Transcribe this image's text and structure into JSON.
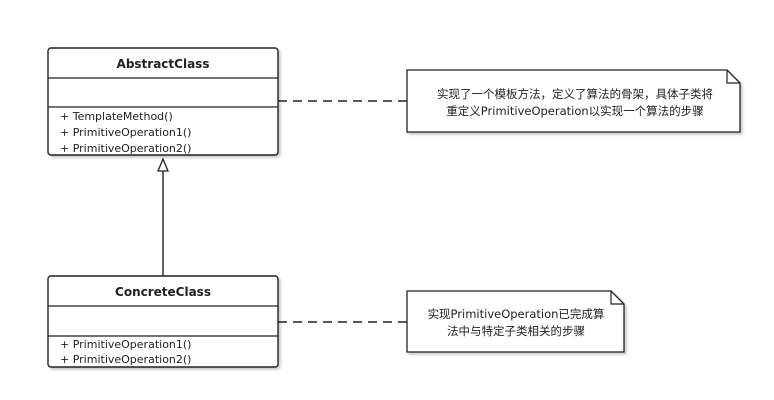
{
  "classes": {
    "abstract": {
      "name": "AbstractClass",
      "attributes": [],
      "methods": [
        "+ TemplateMethod()",
        "+ PrimitiveOperation1()",
        "+ PrimitiveOperation2()"
      ]
    },
    "concrete": {
      "name": "ConcreteClass",
      "attributes": [],
      "methods": [
        "+ PrimitiveOperation1()",
        "+ PrimitiveOperation2()"
      ]
    }
  },
  "notes": {
    "abstract_note": {
      "lines": [
        "实现了一个模板方法，定义了算法的骨架，具体子类将",
        "重定义PrimitiveOperation以实现一个算法的步骤"
      ]
    },
    "concrete_note": {
      "lines": [
        "实现PrimitiveOperation已完成算",
        "法中与特定子类相关的步骤"
      ]
    }
  },
  "colors": {
    "stroke": "#222222",
    "fill": "#ffffff",
    "shadow": "#c8c8c8"
  }
}
